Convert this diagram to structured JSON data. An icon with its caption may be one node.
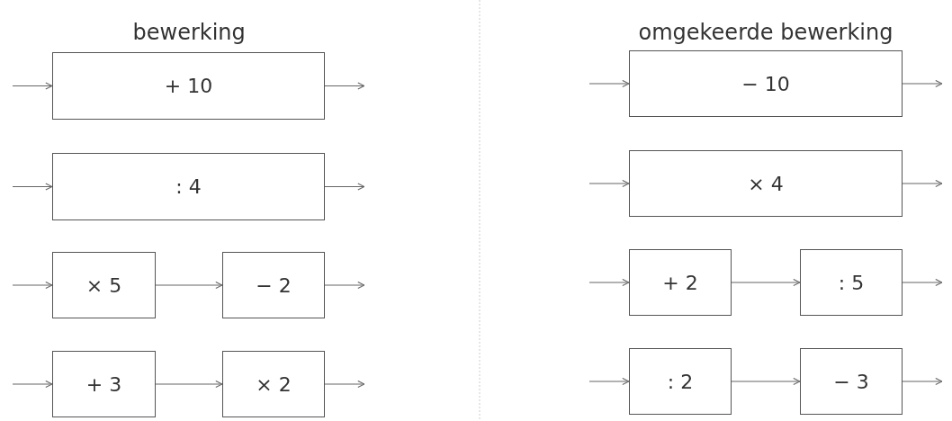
{
  "diagram": {
    "nodes": [
      {
        "text": [
          "+ 10"
        ]
      },
      {
        "text": [
          ": 4"
        ]
      },
      {
        "text": [
          "× 5"
        ]
      },
      {
        "text": [
          "− 2"
        ]
      },
      {
        "text": [
          "+ 3"
        ]
      },
      {
        "text": [
          "× 2"
        ]
      },
      {
        "text": [
          "− 10"
        ]
      },
      {
        "text": [
          "× 4"
        ]
      },
      {
        "text": [
          "+ 2"
        ]
      },
      {
        "text": [
          ": 5"
        ]
      },
      {
        "text": [
          ": 2"
        ]
      },
      {
        "text": [
          "− 3"
        ]
      }
    ],
    "edges": [
      {
        "from": null,
        "to": 0,
        "arrow": "to"
      },
      {
        "from": 0,
        "to": null,
        "arrow": "to"
      },
      {
        "from": null,
        "to": 1,
        "arrow": "to"
      },
      {
        "from": 1,
        "to": null,
        "arrow": "to"
      },
      {
        "from": null,
        "to": 2,
        "arrow": "to"
      },
      {
        "from": 2,
        "to": 3,
        "arrow": "to"
      },
      {
        "from": 3,
        "to": null,
        "arrow": "to"
      },
      {
        "from": null,
        "to": 4,
        "arrow": "to"
      },
      {
        "from": 4,
        "to": 5,
        "arrow": "to"
      },
      {
        "from": 5,
        "to": null,
        "arrow": "to"
      },
      {
        "from": null,
        "to": 6,
        "arrow": "to"
      },
      {
        "from": 6,
        "to": null,
        "arrow": "to"
      },
      {
        "from": null,
        "to": 7,
        "arrow": "to"
      },
      {
        "from": 7,
        "to": null,
        "arrow": "to"
      },
      {
        "from": null,
        "to": 8,
        "arrow": "to"
      },
      {
        "from": 8,
        "to": 9,
        "arrow": "to"
      },
      {
        "from": 9,
        "to": null,
        "arrow": "to"
      },
      {
        "from": null,
        "to": 10,
        "arrow": "to"
      },
      {
        "from": 10,
        "to": 11,
        "arrow": "to"
      },
      {
        "from": 11,
        "to": null,
        "arrow": "to"
      }
    ],
    "labels": [
      "bewerking",
      "omgekeerde bewerking"
    ]
  }
}
